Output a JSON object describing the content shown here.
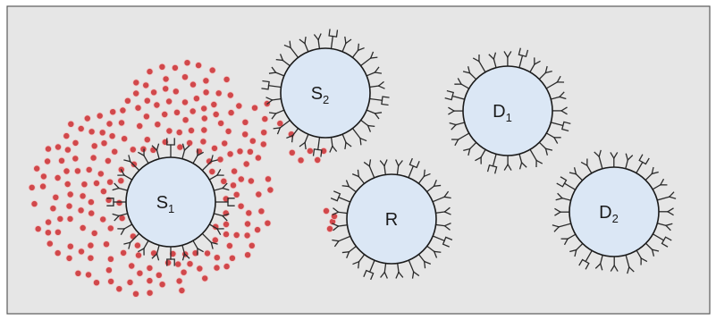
{
  "diagram": {
    "background_color": "#e6e6e6",
    "frame_color": "#5a5a5a",
    "cell_fill": "#dbe7f5",
    "cell_stroke": "#1a1a1a",
    "receptor_color": "#2a2a2a",
    "particle_fill": "#d1484b",
    "particle_highlight": "#f2c6c6",
    "receptor_icons": [
      "fork-receptor-icon",
      "bracket-receptor-icon"
    ],
    "cells": [
      {
        "id": "s1",
        "label": "S",
        "subscript": "1"
      },
      {
        "id": "s2",
        "label": "S",
        "subscript": "2"
      },
      {
        "id": "d1",
        "label": "D",
        "subscript": "1"
      },
      {
        "id": "r",
        "label": "R",
        "subscript": ""
      },
      {
        "id": "d2",
        "label": "D",
        "subscript": "2"
      }
    ]
  }
}
